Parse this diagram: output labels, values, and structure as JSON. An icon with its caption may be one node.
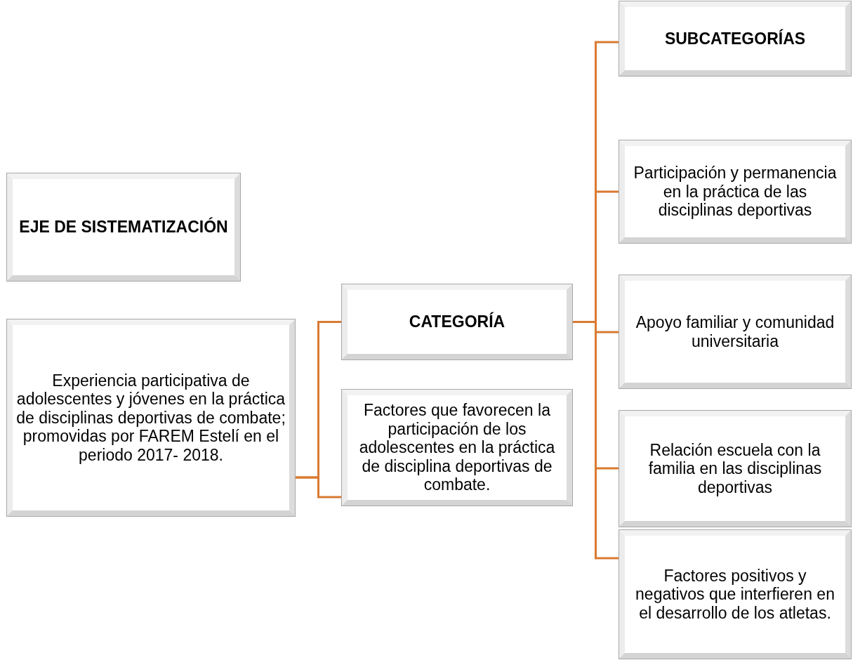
{
  "diagram": {
    "nodes": [
      {
        "text": [
          "EJE DE SISTEMATIZACIÓN"
        ]
      },
      {
        "text": [
          "Experiencia participativa de adolescentes y jóvenes en la práctica de disciplinas deportivas de combate; promovidas por FAREM Estelí en el periodo 2017- 2018."
        ]
      },
      {
        "text": [
          "CATEGORÍA"
        ]
      },
      {
        "text": [
          "Factores que favorecen la participación de los adolescentes en la práctica de disciplina deportivas de combate."
        ]
      },
      {
        "text": [
          "SUBCATEGORÍAS"
        ]
      },
      {
        "text": [
          "Participación y permanencia en la práctica de las disciplinas deportivas"
        ]
      },
      {
        "text": [
          "Apoyo familiar y comunidad universitaria"
        ]
      },
      {
        "text": [
          "Relación escuela con la familia en las disciplinas deportivas"
        ]
      },
      {
        "text": [
          "Factores positivos y negativos que interfieren en el desarrollo de los atletas."
        ]
      }
    ],
    "edges": [
      {
        "from": 1,
        "to": 2,
        "arrow": "none"
      },
      {
        "from": 1,
        "to": 3,
        "arrow": "none"
      },
      {
        "from": 2,
        "to": 4,
        "arrow": "none"
      },
      {
        "from": 2,
        "to": 5,
        "arrow": "none"
      },
      {
        "from": 2,
        "to": 6,
        "arrow": "none"
      },
      {
        "from": 2,
        "to": 7,
        "arrow": "none"
      },
      {
        "from": 2,
        "to": 8,
        "arrow": "none"
      }
    ]
  }
}
